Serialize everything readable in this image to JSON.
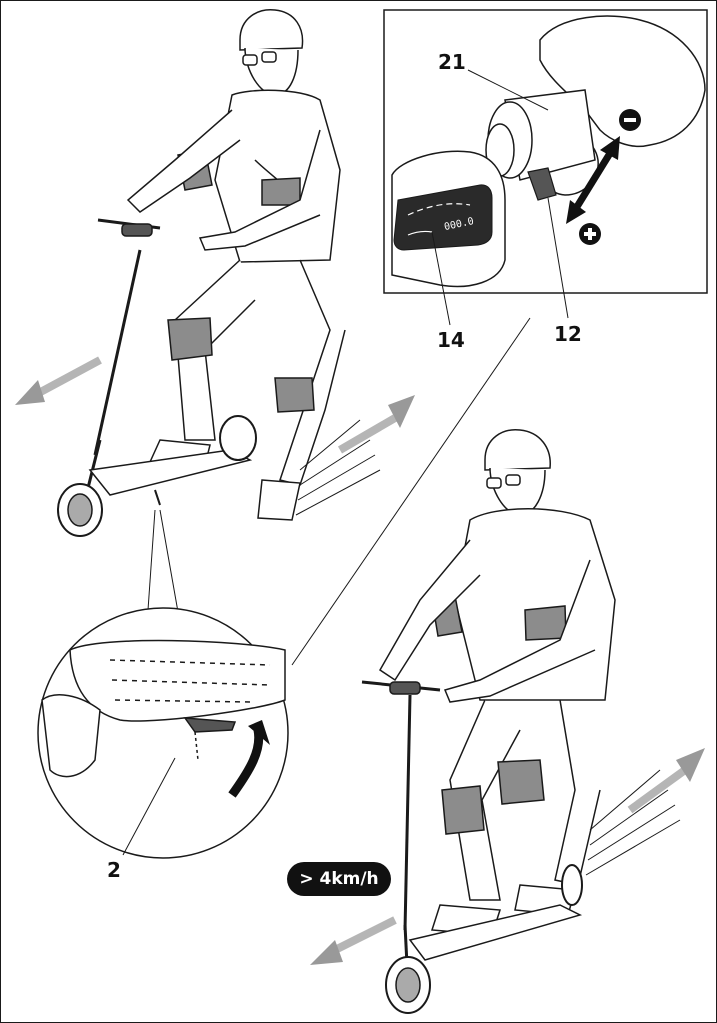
{
  "callouts": {
    "throttle_label": "21",
    "display_label": "14",
    "lever_label": "12",
    "kickstand_label": "2"
  },
  "speed_badge": {
    "text": "> 4km/h"
  },
  "display_reading": "000.0",
  "colors": {
    "line": "#1a1a1a",
    "pad_gray": "#8c8c8c",
    "arrow_gray": "#b5b5b5",
    "badge": "#111111"
  }
}
